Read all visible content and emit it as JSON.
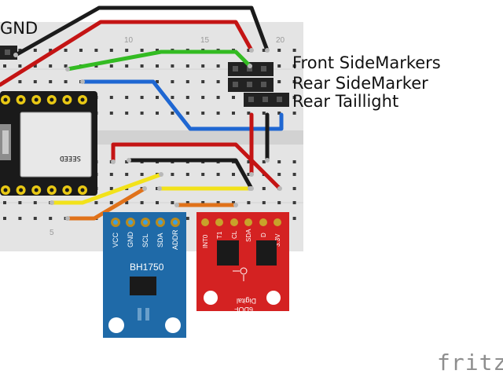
{
  "labels": {
    "gnd": "GND",
    "front_sidemarkers": "Front SideMarkers",
    "rear_sidemarker": "Rear SideMarker",
    "rear_taillight": "Rear Taillight"
  },
  "breadboard": {
    "column_numbers": [
      "5",
      "10",
      "15",
      "20"
    ]
  },
  "microcontroller": {
    "brand": "SEEED"
  },
  "bh1750": {
    "title": "BH1750",
    "pins": [
      "VCC",
      "GND",
      "SCL",
      "SDA",
      "ADDR"
    ]
  },
  "imu": {
    "pins": [
      "INT0",
      "T1",
      "CL",
      "SDA",
      "D",
      "3.3V"
    ],
    "title_line1": "Digital",
    "title_line2": "6DOF"
  },
  "watermark": "fritzi",
  "colors": {
    "board": "#e4e4e4",
    "hole": "#3a3a3a",
    "wire_red": "#c41414",
    "wire_black": "#1b1b1b",
    "wire_green": "#33bb22",
    "wire_blue": "#1f67d2",
    "wire_yellow": "#f2e21a",
    "wire_orange": "#e0721a",
    "bh1750_pcb": "#1f6aa8",
    "imu_pcb": "#d42222"
  }
}
